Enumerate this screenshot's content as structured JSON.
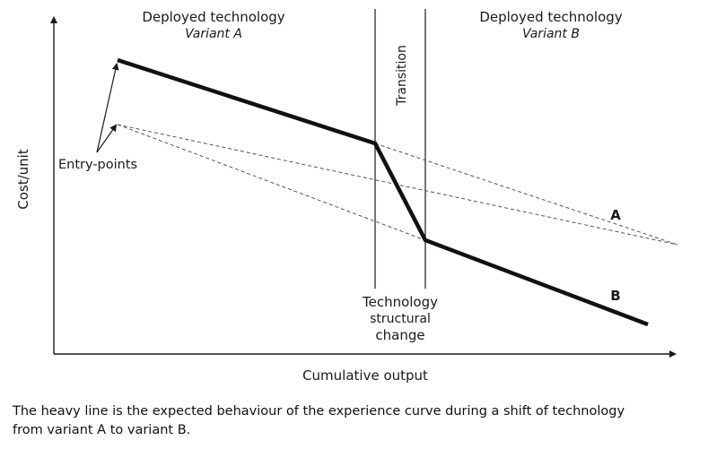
{
  "regions": {
    "left_title": "Deployed technology",
    "left_variant": "Variant A",
    "right_title": "Deployed technology",
    "right_variant": "Variant B",
    "transition": "Transition"
  },
  "axes": {
    "y_label": "Cost/unit",
    "x_label": "Cumulative output"
  },
  "annotations": {
    "entry_points": "Entry-points",
    "structural_change": [
      "Technology",
      "structural",
      "change"
    ],
    "curve_a": "A",
    "curve_b": "B"
  },
  "caption": {
    "line1": "The heavy line is the expected behaviour of the experience curve during a shift of technology",
    "line2": "from variant A to variant B."
  }
}
